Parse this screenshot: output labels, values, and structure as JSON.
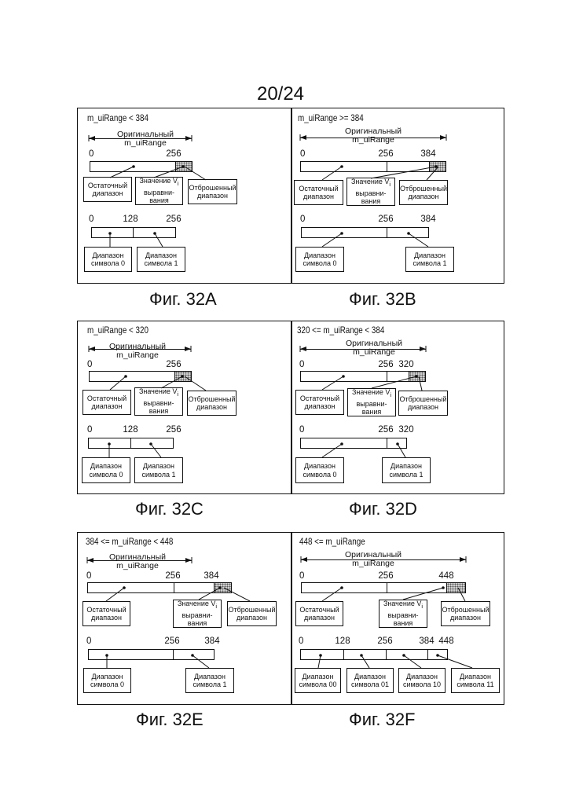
{
  "page_number": "20/24",
  "common": {
    "original_label_line1": "Оригинальный",
    "original_label_line2": "m_uiRange",
    "residual_line1": "Остаточный",
    "residual_line2": "диапазон",
    "align_line1": "Значение V",
    "align_sub": "i",
    "align_line2": "выравни-",
    "align_line3": "вания",
    "discarded_line1": "Отброшенный",
    "discarded_line2": "диапазон",
    "discarded_alt_line1": "Отброшенный",
    "range_word": "Диапазон",
    "symbol0": "символа 0",
    "symbol1": "символа 1",
    "symbol00": "символа 00",
    "symbol01": "символа 01",
    "symbol10": "символа 10",
    "symbol11": "символа 11"
  },
  "panels": {
    "a": {
      "condition": "m_uiRange < 384",
      "caption": "Фиг. 32A",
      "t0": "0",
      "t1": "256",
      "s0": "0",
      "s1": "128",
      "s2": "256"
    },
    "b": {
      "condition": "m_uiRange >= 384",
      "caption": "Фиг. 32B",
      "t0": "0",
      "t1": "256",
      "t2": "384",
      "s0": "0",
      "s1": "256",
      "s2": "384"
    },
    "c": {
      "condition": "m_uiRange < 320",
      "caption": "Фиг. 32C",
      "t0": "0",
      "t1": "256",
      "s0": "0",
      "s1": "128",
      "s2": "256"
    },
    "d": {
      "condition": "320 <= m_uiRange < 384",
      "caption": "Фиг. 32D",
      "t0": "0",
      "t1": "256",
      "t2": "320",
      "s0": "0",
      "s1": "256",
      "s2": "320"
    },
    "e": {
      "condition": "384 <= m_uiRange < 448",
      "caption": "Фиг. 32E",
      "t0": "0",
      "t1": "256",
      "t2": "384",
      "s0": "0",
      "s1": "256",
      "s2": "384"
    },
    "f": {
      "condition": "448 <= m_uiRange",
      "caption": "Фиг. 32F",
      "t0": "0",
      "t1": "256",
      "t2": "448",
      "s0": "0",
      "s1": "128",
      "s2": "256",
      "s3": "384",
      "s4": "448"
    }
  }
}
